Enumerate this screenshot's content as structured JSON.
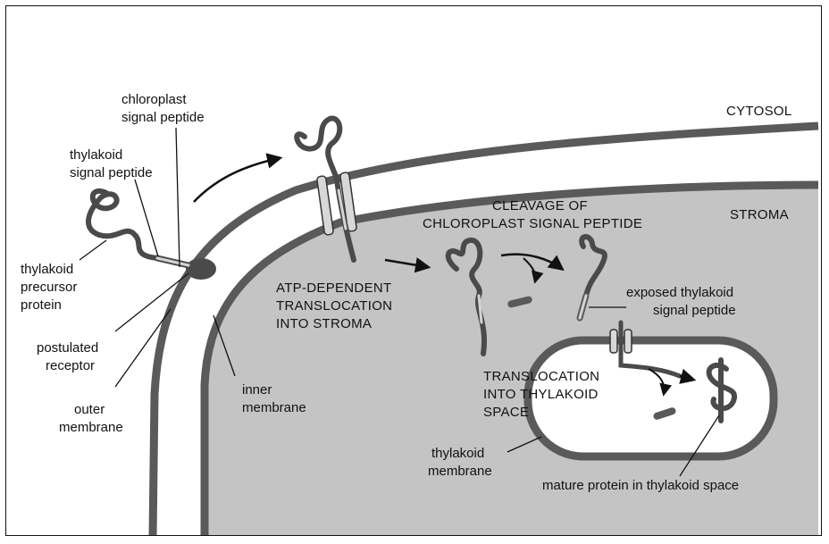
{
  "labels": {
    "cytosol": "CYTOSOL",
    "stroma": "STROMA",
    "chloroplast_signal_peptide": [
      "chloroplast",
      "signal peptide"
    ],
    "thylakoid_signal_peptide": [
      "thylakoid",
      "signal peptide"
    ],
    "thylakoid_precursor_protein": [
      "thylakoid",
      "precursor",
      "protein"
    ],
    "postulated_receptor": [
      "postulated",
      "receptor"
    ],
    "outer_membrane": [
      "outer",
      "membrane"
    ],
    "inner_membrane": [
      "inner",
      "membrane"
    ],
    "atp_translocation": [
      "ATP-DEPENDENT",
      "TRANSLOCATION",
      "INTO STROMA"
    ],
    "cleavage": [
      "CLEAVAGE OF",
      "CHLOROPLAST SIGNAL PEPTIDE"
    ],
    "exposed_thylakoid_signal": [
      "exposed thylakoid",
      "signal peptide"
    ],
    "translocation_thylakoid": [
      "TRANSLOCATION",
      "INTO THYLAKOID",
      "SPACE"
    ],
    "thylakoid_membrane": [
      "thylakoid",
      "membrane"
    ],
    "mature_protein": "mature protein in thylakoid space"
  },
  "colors": {
    "stroma_fill": "#c4c4c4",
    "membrane": "#5a5a5a",
    "protein": "#4a4a4a",
    "signal_peptide": "#d4d4d4",
    "thylakoid_space": "#ffffff"
  }
}
